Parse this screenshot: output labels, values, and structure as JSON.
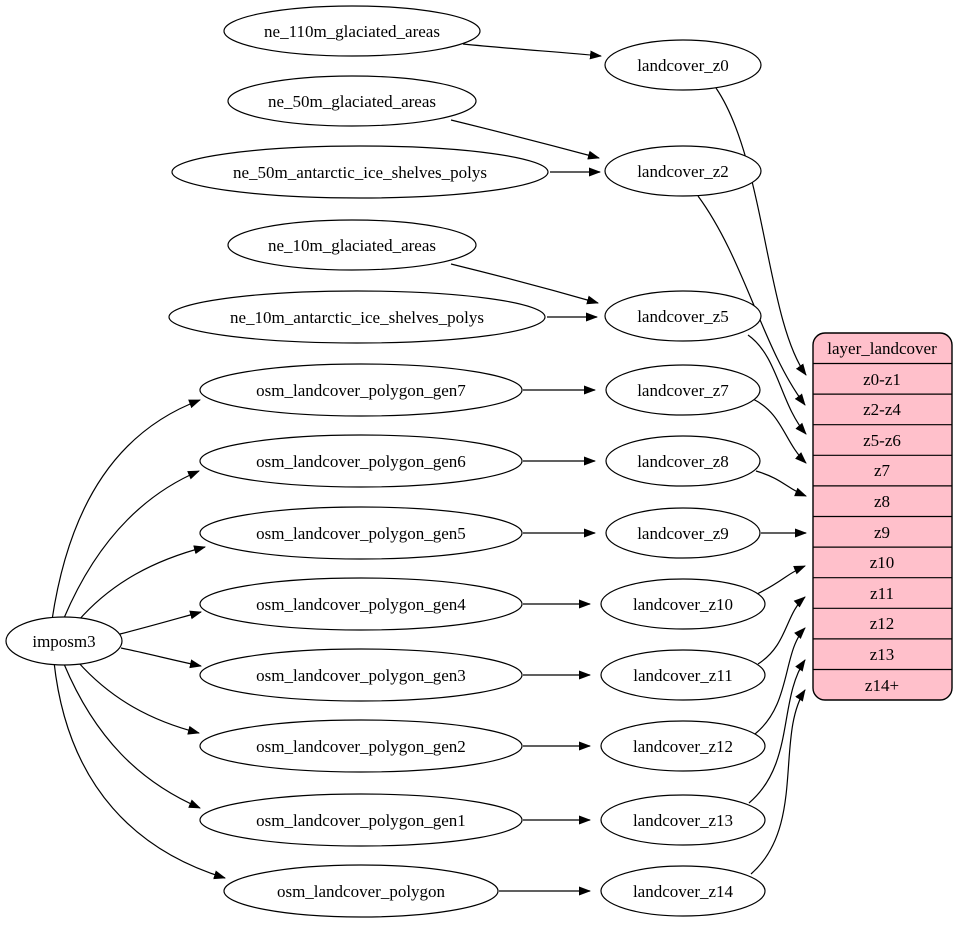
{
  "colors": {
    "background": "#ffffff",
    "node_fill": "#ffffff",
    "stroke": "#000000",
    "table_fill": "#ffc0cb",
    "text": "#000000"
  },
  "imposm3": {
    "label": "imposm3"
  },
  "sources": [
    {
      "label": "ne_110m_glaciated_areas"
    },
    {
      "label": "ne_50m_glaciated_areas"
    },
    {
      "label": "ne_50m_antarctic_ice_shelves_polys"
    },
    {
      "label": "ne_10m_glaciated_areas"
    },
    {
      "label": "ne_10m_antarctic_ice_shelves_polys"
    },
    {
      "label": "osm_landcover_polygon_gen7"
    },
    {
      "label": "osm_landcover_polygon_gen6"
    },
    {
      "label": "osm_landcover_polygon_gen5"
    },
    {
      "label": "osm_landcover_polygon_gen4"
    },
    {
      "label": "osm_landcover_polygon_gen3"
    },
    {
      "label": "osm_landcover_polygon_gen2"
    },
    {
      "label": "osm_landcover_polygon_gen1"
    },
    {
      "label": "osm_landcover_polygon"
    }
  ],
  "landcover": [
    {
      "label": "landcover_z0"
    },
    {
      "label": "landcover_z2"
    },
    {
      "label": "landcover_z5"
    },
    {
      "label": "landcover_z7"
    },
    {
      "label": "landcover_z8"
    },
    {
      "label": "landcover_z9"
    },
    {
      "label": "landcover_z10"
    },
    {
      "label": "landcover_z11"
    },
    {
      "label": "landcover_z12"
    },
    {
      "label": "landcover_z13"
    },
    {
      "label": "landcover_z14"
    }
  ],
  "table": {
    "header": "layer_landcover",
    "rows": [
      "z0-z1",
      "z2-z4",
      "z5-z6",
      "z7",
      "z8",
      "z9",
      "z10",
      "z11",
      "z12",
      "z13",
      "z14+"
    ]
  }
}
